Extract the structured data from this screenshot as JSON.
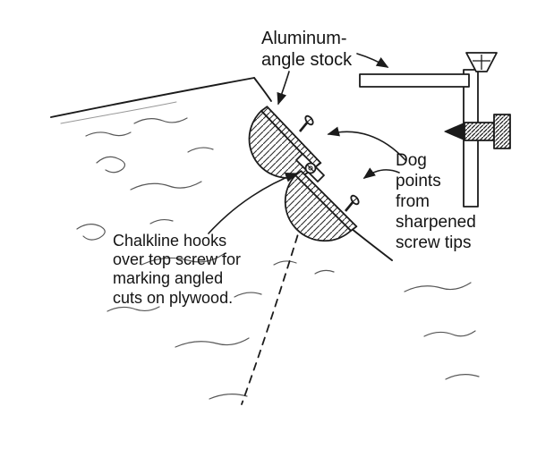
{
  "illustration": {
    "labels": {
      "aluminum_angle": "Aluminum-\nangle stock",
      "dog_points": "Dog\npoints\nfrom\nsharpened\nscrew tips",
      "chalkline_note": "Chalkline hooks\nover top screw for\nmarking angled\ncuts on plywood."
    },
    "colors": {
      "ink": "#1b1b1b",
      "paper": "#ffffff"
    }
  }
}
